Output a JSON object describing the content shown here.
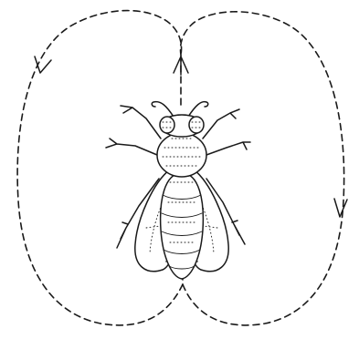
{
  "figure": {
    "subject": "bee-waggle-dance",
    "ink_color": "#1a1a1a",
    "background_color": "#ffffff",
    "path_style": "dashed",
    "loops": 2,
    "direction_markers": [
      "up-arrow-at-top-junction",
      "down-left-arrow-on-left-loop",
      "down-arrow-on-right-loop"
    ]
  }
}
